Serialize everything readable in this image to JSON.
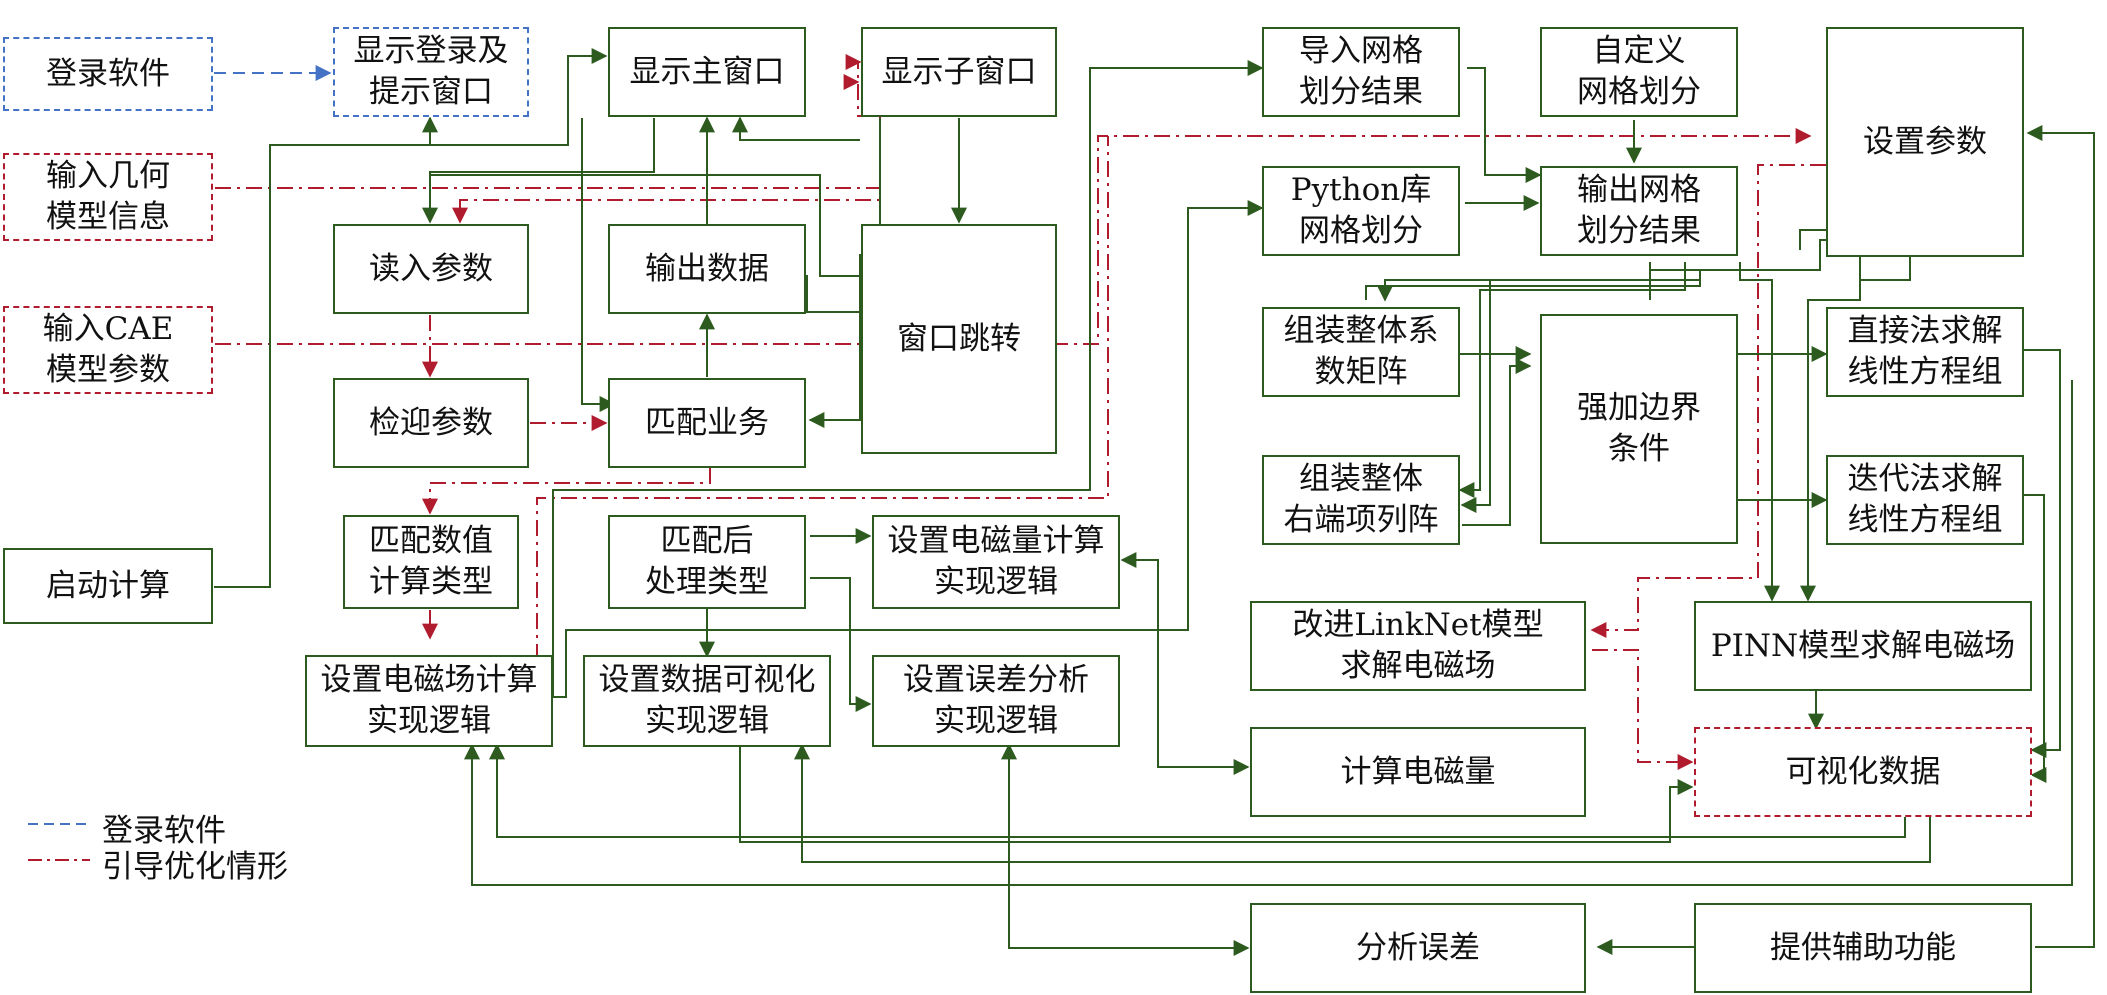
{
  "colors": {
    "green": "#2d5a1f",
    "blue": "#4472c4",
    "red": "#b01c2e"
  },
  "boxes": {
    "login": "登录软件",
    "show_login": "显示登录及\n提示窗口",
    "main_window": "显示主窗口",
    "sub_window": "显示子窗口",
    "input_geometry": "输入几何\n模型信息",
    "read_params": "读入参数",
    "output_data": "输出数据",
    "window_jump": "窗口跳转",
    "input_cae": "输入CAE\n模型参数",
    "check_params": "检迎参数",
    "match_business": "匹配业务",
    "start_calc": "启动计算",
    "match_numeric": "匹配数值\n计算类型",
    "match_post": "匹配后\n处理类型",
    "em_quantity_logic": "设置电磁量计算\n实现逻辑",
    "em_field_logic": "设置电磁场计算\n实现逻辑",
    "visual_logic": "设置数据可视化\n实现逻辑",
    "error_logic": "设置误差分析\n实现逻辑",
    "import_mesh": "导入网格\n划分结果",
    "custom_mesh": "自定义\n网格划分",
    "set_params": "设置参数",
    "python_mesh": "Python库\n网格划分",
    "output_mesh": "输出网格\n划分结果",
    "assemble_matrix": "组装整体系\n数矩阵",
    "boundary": "强加边界\n条件",
    "direct_solve": "直接法求解\n线性方程组",
    "assemble_rhs": "组装整体\n右端项列阵",
    "iter_solve": "迭代法求解\n线性方程组",
    "linknet": "改进LinkNet模型\n求解电磁场",
    "pinn": "PINN模型求解电磁场",
    "calc_em": "计算电磁量",
    "visual_data": "可视化数据",
    "analyze_error": "分析误差",
    "aux_func": "提供辅助功能"
  },
  "legend": {
    "login_label": "登录软件",
    "guide_label": "引导优化情形"
  }
}
